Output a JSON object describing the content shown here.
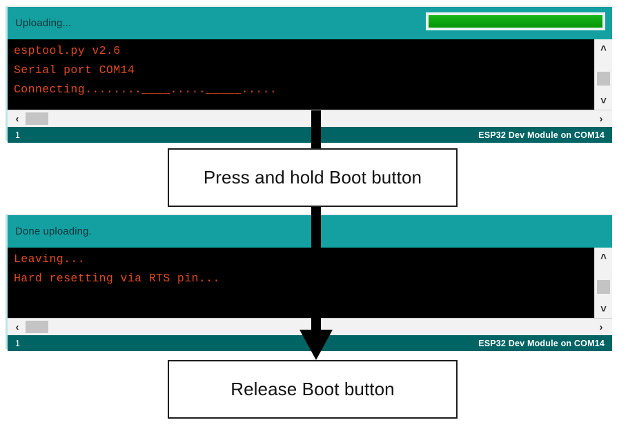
{
  "panels": [
    {
      "id": "upload-in-progress",
      "status_message": "Uploading...",
      "progress": {
        "visible": true,
        "percent": 100,
        "fill_color": "#08a80f"
      },
      "console_lines": [
        "esptool.py v2.6",
        "Serial port COM14",
        "Connecting........____....._____....."
      ],
      "console_text_color": "#e04a1e",
      "scroll": {
        "up_icon": "chevron-up-icon",
        "down_icon": "chevron-down-icon",
        "left_icon": "chevron-left-icon",
        "right_icon": "chevron-right-icon",
        "up_glyph": "˄",
        "down_glyph": "˅",
        "left_glyph": "‹",
        "right_glyph": "›"
      },
      "statusbar": {
        "line_number": "1",
        "board_info": "ESP32 Dev Module on COM14"
      }
    },
    {
      "id": "upload-done",
      "status_message": "Done uploading.",
      "progress": {
        "visible": false,
        "percent": 0,
        "fill_color": "#08a80f"
      },
      "console_lines": [
        "Leaving...",
        "Hard resetting via RTS pin..."
      ],
      "console_text_color": "#e04a1e",
      "scroll": {
        "up_icon": "chevron-up-icon",
        "down_icon": "chevron-down-icon",
        "left_icon": "chevron-left-icon",
        "right_icon": "chevron-right-icon",
        "up_glyph": "˄",
        "down_glyph": "˅",
        "left_glyph": "‹",
        "right_glyph": "›"
      },
      "statusbar": {
        "line_number": "1",
        "board_info": "ESP32 Dev Module on COM14"
      }
    }
  ],
  "callouts": {
    "first": "Press and hold Boot button",
    "second": "Release Boot button"
  },
  "colors": {
    "header_teal": "#14a0a0",
    "statusbar_teal": "#006465",
    "console_bg": "#000000",
    "console_text": "#e04a1e",
    "progress_green": "#08a80f",
    "callout_border": "#1c1c1c",
    "arrow": "#000000"
  }
}
